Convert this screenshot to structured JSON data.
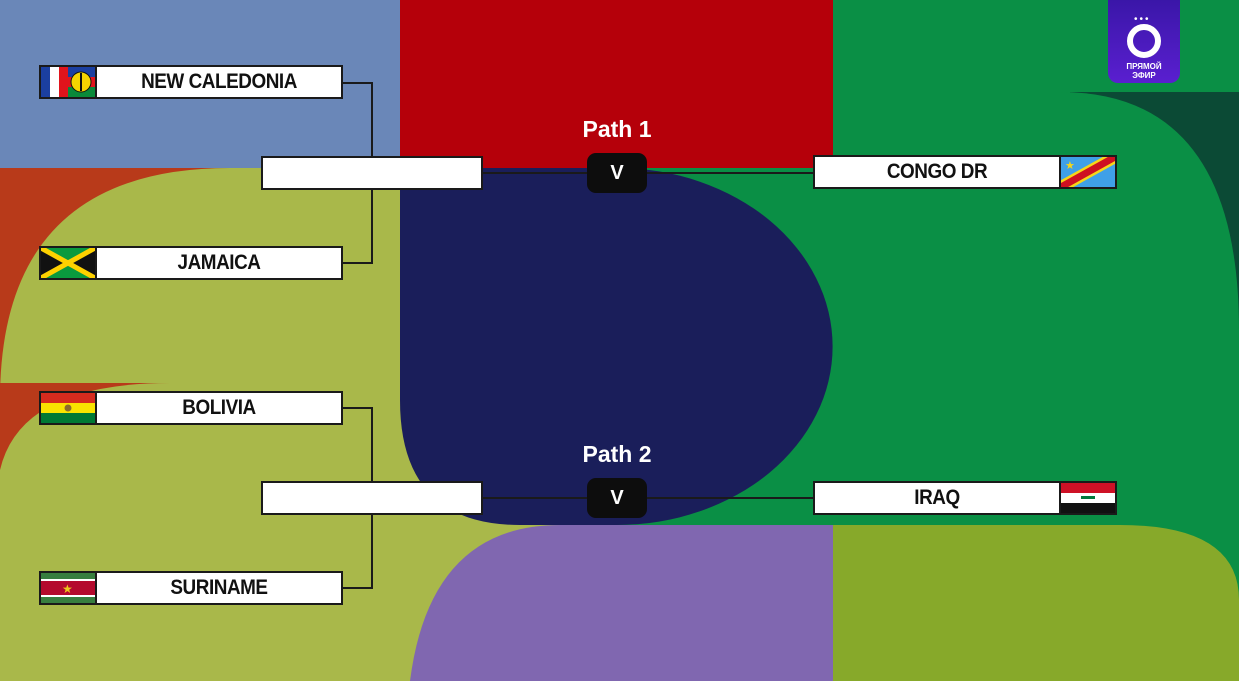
{
  "colors": {
    "blue": "#6a87b8",
    "red": "#b5000a",
    "orange": "#b83a1a",
    "olive": "#a9b84a",
    "green": "#0a8f45",
    "dark_green": "#0b4a35",
    "navy": "#1a1e5a",
    "purple": "#8067b0",
    "lime": "#87a92a"
  },
  "logo": {
    "dots": "•••",
    "line1": "ПРЯМОЙ",
    "line2": "ЭФИР"
  },
  "paths": [
    {
      "label": "Path 1",
      "vs": "V",
      "semi": [
        {
          "name": "NEW CALEDONIA",
          "flag": "new-caledonia-flag"
        },
        {
          "name": "JAMAICA",
          "flag": "jamaica-flag"
        }
      ],
      "final_opponent": {
        "name": "CONGO DR",
        "flag": "congo-dr-flag"
      }
    },
    {
      "label": "Path 2",
      "vs": "V",
      "semi": [
        {
          "name": "BOLIVIA",
          "flag": "bolivia-flag"
        },
        {
          "name": "SURINAME",
          "flag": "suriname-flag"
        }
      ],
      "final_opponent": {
        "name": "IRAQ",
        "flag": "iraq-flag"
      }
    }
  ]
}
